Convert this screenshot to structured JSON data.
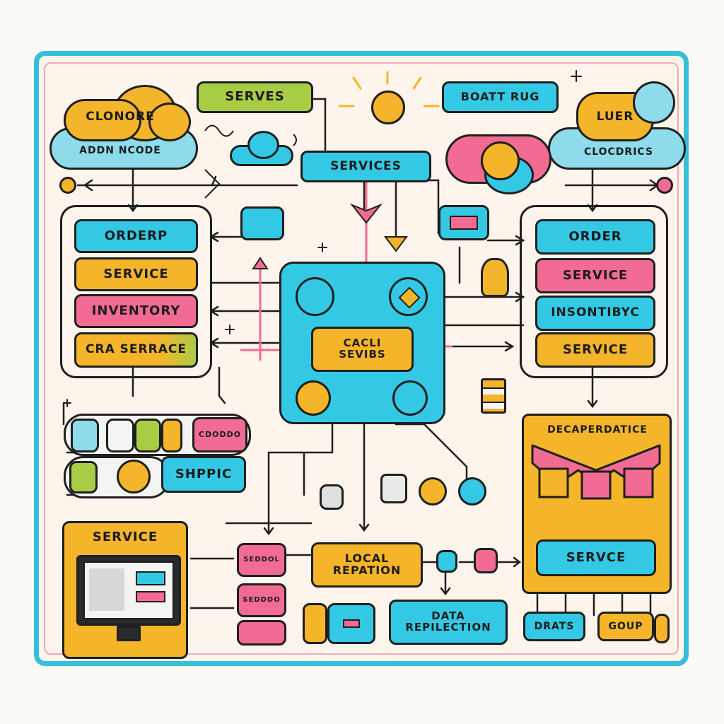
{
  "diagram": {
    "clouds": {
      "top_left_title": "CLONORE",
      "top_left_subtitle": "ADDN NCODE",
      "top_right_title": "LUER",
      "top_right_subtitle": "CLOCDRICS"
    },
    "top": {
      "serves_label": "SERVES",
      "boatt_label": "BOATT RUG",
      "services_label": "SERVICES"
    },
    "left_panel": {
      "items": [
        "ORDERP",
        "SERVICE",
        "INVENTORY",
        "CRA SERRACE"
      ]
    },
    "right_panel": {
      "items": [
        "ORDER",
        "SERVICE",
        "INSONTIBYC",
        "SERVICE"
      ]
    },
    "center": {
      "core_label_line1": "CACLI",
      "core_label_line2": "SEVIBS"
    },
    "left_mid": {
      "stack_label": "CDODDO",
      "shppic_label": "SHPPIC"
    },
    "right_block": {
      "title": "DECAPERDATICE",
      "service_label": "SERVCE"
    },
    "bottom": {
      "service_card_title": "SERVICE",
      "small_box_1": "SEDDOL",
      "small_box_2": "SEDDDO",
      "local_line1": "LOCAL",
      "local_line2": "REPATION",
      "data_line1": "DATA",
      "data_line2": "REPILECTION",
      "drats_label": "DRATS",
      "goup_label": "GOUP"
    },
    "colors": {
      "frame": "#35bfd8",
      "cyan": "#33c9e4",
      "yellow": "#f5b52a",
      "pink": "#f26b93",
      "green": "#a9cc45",
      "ink": "#1f1f1f"
    },
    "icons": [
      "cloud-icon",
      "sun-icon",
      "chat-box-icon",
      "gear-icon",
      "arrow-icon",
      "monitor-icon",
      "cube-icon",
      "mug-icon"
    ]
  }
}
